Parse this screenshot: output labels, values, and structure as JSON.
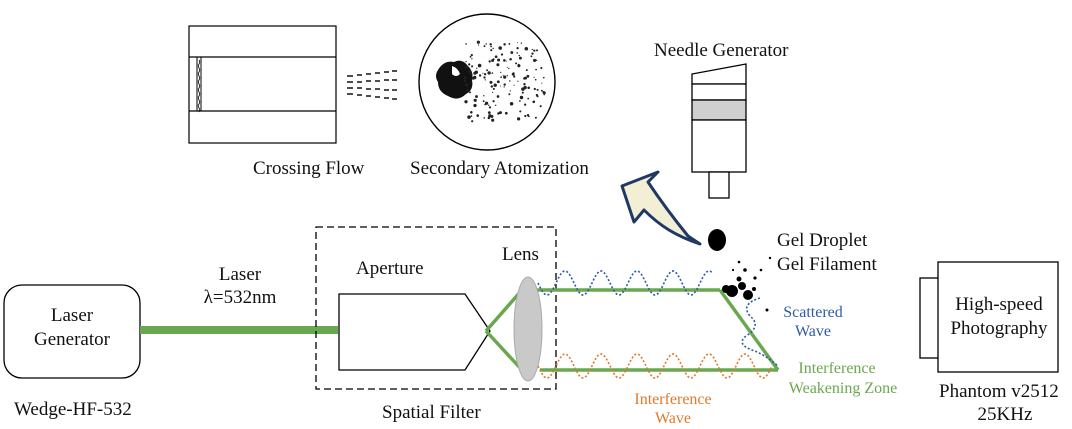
{
  "labels": {
    "crossing_flow": "Crossing Flow",
    "secondary_atomization": "Secondary Atomization",
    "needle_generator": "Needle Generator",
    "gel_droplet": "Gel Droplet",
    "gel_filament": "Gel Filament",
    "laser": "Laser",
    "wavelength": "λ=532nm",
    "aperture": "Aperture",
    "lens": "Lens",
    "laser_generator_line1": "Laser",
    "laser_generator_line2": "Generator",
    "wedge": "Wedge-HF-532",
    "spatial_filter": "Spatial Filter",
    "scattered_wave_line1": "Scattered",
    "scattered_wave_line2": "Wave",
    "interference_zone_line1": "Interference",
    "interference_zone_line2": "Weakening Zone",
    "interference_wave_line1": "Interference",
    "interference_wave_line2": "Wave",
    "camera_line1": "High-speed",
    "camera_line2": "Photography",
    "phantom": "Phantom v2512",
    "frequency": "25KHz"
  },
  "colors": {
    "laser_beam": "#6aa84f",
    "scattered_wave": "#2e5aa8",
    "interference_wave": "#e07a2c",
    "arrow_fill": "#f3efd5",
    "arrow_stroke": "#1f3864",
    "lens_fill": "#c9c9c9",
    "needle_band": "#cfcfcf"
  }
}
